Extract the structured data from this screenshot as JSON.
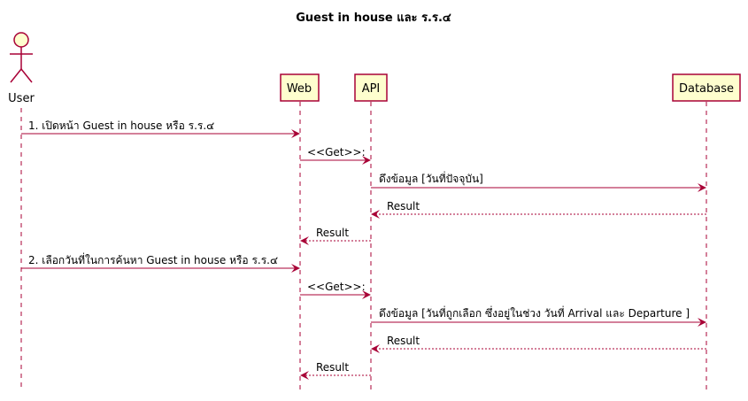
{
  "title": "Guest in house และ ร.ร.๔",
  "participants": {
    "user": "User",
    "web": "Web",
    "api": "API",
    "database": "Database"
  },
  "messages": [
    {
      "label": "1. เปิดหน้า Guest in house หรือ ร.ร.๔",
      "from": "user",
      "to": "web",
      "style": "solid"
    },
    {
      "label": "<<Get>>:",
      "from": "web",
      "to": "api",
      "style": "solid"
    },
    {
      "label": "ดึงข้อมูล [วันที่ปัจจุบัน]",
      "from": "api",
      "to": "database",
      "style": "solid"
    },
    {
      "label": "Result",
      "from": "database",
      "to": "api",
      "style": "dashed"
    },
    {
      "label": "Result",
      "from": "api",
      "to": "web",
      "style": "dashed"
    },
    {
      "label": "2. เลือกวันที่ในการค้นหา Guest in house หรือ ร.ร.๔",
      "from": "user",
      "to": "web",
      "style": "solid"
    },
    {
      "label": "<<Get>>:",
      "from": "web",
      "to": "api",
      "style": "solid"
    },
    {
      "label": "ดึงข้อมูล [วันที่ถูกเลือก ซึ่งอยู่ในช่วง วันที่ Arrival และ Departure ]",
      "from": "api",
      "to": "database",
      "style": "solid"
    },
    {
      "label": "Result",
      "from": "database",
      "to": "api",
      "style": "dashed"
    },
    {
      "label": "Result",
      "from": "api",
      "to": "web",
      "style": "dashed"
    }
  ],
  "colors": {
    "line": "#A80036",
    "box_fill": "#FEFECE"
  }
}
